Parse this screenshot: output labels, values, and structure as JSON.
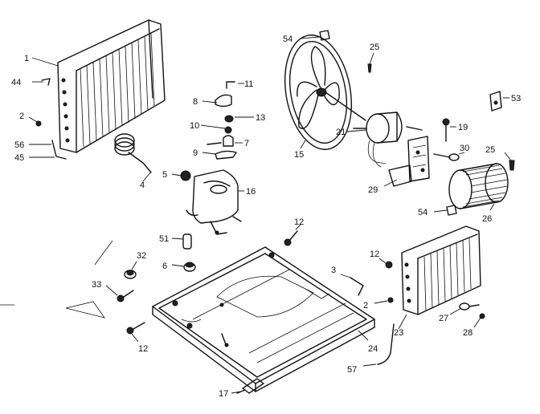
{
  "callouts": {
    "c1": "1",
    "c44": "44",
    "c2a": "2",
    "c56": "56",
    "c45": "45",
    "c4": "4",
    "c8": "8",
    "c11": "11",
    "c13": "13",
    "c10": "10",
    "c7": "7",
    "c9": "9",
    "c5": "5",
    "c16": "16",
    "c51": "51",
    "c6": "6",
    "c54a": "54",
    "c25a": "25",
    "c15": "15",
    "c21": "21",
    "c19": "19",
    "c30": "30",
    "c29": "29",
    "c25b": "25",
    "c53": "53",
    "c26": "26",
    "c54b": "54",
    "c12a": "12",
    "c12b": "12",
    "c3": "3",
    "c2b": "2",
    "c32": "32",
    "c33": "33",
    "c12c": "12",
    "c23": "23",
    "c27": "27",
    "c28": "28",
    "c24": "24",
    "c57": "57",
    "c17": "17"
  }
}
